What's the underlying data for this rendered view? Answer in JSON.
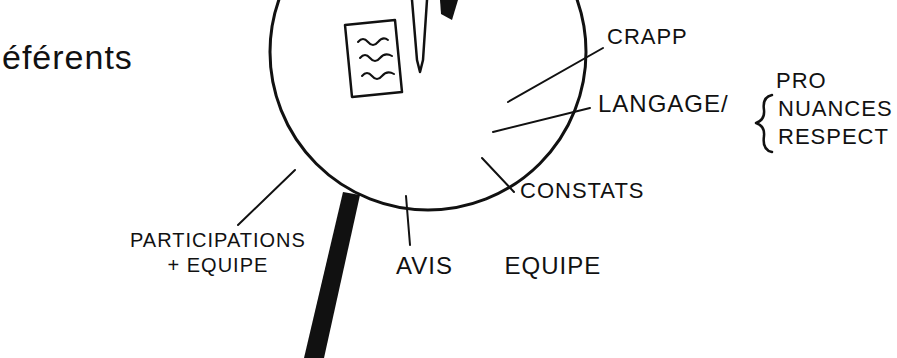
{
  "diagram": {
    "labels": [
      "éférents",
      "CRAPP",
      "PRO",
      "LANGAGE/",
      "NUANCES",
      "RESPECT",
      "CONSTATS",
      "AVIS EQUIPE",
      "PARTICIPATIONS + EQUIPE"
    ]
  }
}
